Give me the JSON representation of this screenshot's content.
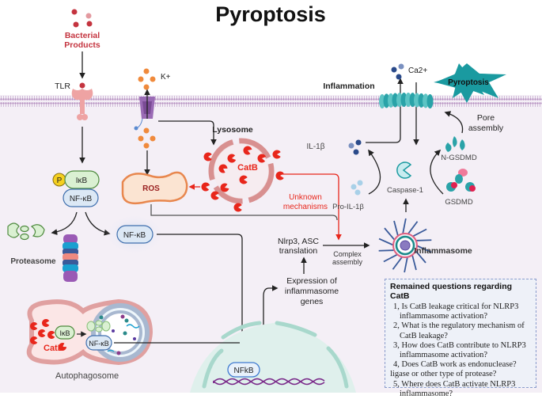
{
  "title": "Pyroptosis",
  "extracellular": {
    "bacterial_products": "Bacterial Products",
    "bacterial_products_lines": [
      "Bacterial",
      "Products"
    ],
    "tlr": "TLR",
    "potassium": "K+",
    "calcium": "Ca2+",
    "inflammation": "Inflammation",
    "pyroptosis_badge": "Pyroptosis"
  },
  "intracellular": {
    "lysosome": "Lysosome",
    "catb": "CatB",
    "ros": "ROS",
    "p_label": "P",
    "ikb": "IκB",
    "nfkb": "NF-κB",
    "nfkb_free": "NF-κB",
    "proteasome": "Proteasome",
    "unknown_mechanisms_lines": [
      "Unknown",
      "mechanisms"
    ],
    "il1b": "IL-1β",
    "pro_il1b": "Pro-IL-1β",
    "caspase1": "Caspase-1",
    "n_gsdmd": "N-GSDMD",
    "gsdmd": "GSDMD",
    "pore_assembly_lines": [
      "Pore",
      "assembly"
    ],
    "nlrp3_lines": [
      "Nlrp3, ASC",
      "translation"
    ],
    "complex_assembly_lines": [
      "Complex",
      "assembly"
    ],
    "expression_lines": [
      "Expression of",
      "inflammasome",
      "genes"
    ],
    "inflammasome": "Inflammasome",
    "autophagosome": "Autophagosome",
    "auto_ikb": "IκB",
    "auto_nfkb": "NF-κB",
    "auto_catb": "CatB",
    "nucleus_nfkb": "NFkB"
  },
  "questions": {
    "title": "Remained questions regarding CatB",
    "items": [
      "1, Is CatB leakage critical for NLRP3 inflammasome activation?",
      "2, What is the regulatory mechanism of CatB leakage?",
      "3, How does CatB contribute to NLRP3 inflammasome activation?",
      "4, Does CatB work as  endonuclease?",
      "ligase or other type of protease?",
      "5, Where does CatB activate NLRP3 inflammasome?"
    ]
  },
  "colors": {
    "cell_bg": "#f4eff6",
    "membrane": "#b58fc0",
    "catb_red": "#e8261b",
    "bacterial_red": "#c4343f",
    "teal": "#1a9aa0",
    "arrow": "#222222",
    "nfkb_blue": "#3f6fae",
    "ikb_green": "#4e8a3e",
    "mito_orange": "#e8874e",
    "lysosome_ring": "#d89090"
  }
}
